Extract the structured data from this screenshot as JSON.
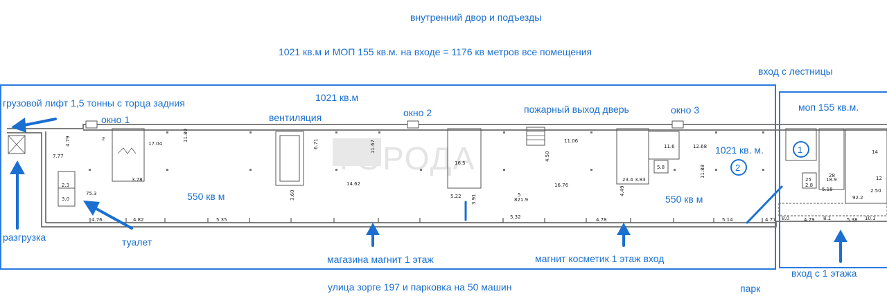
{
  "title": "внутренний двор и подъезды",
  "summary": "1021 кв.м и МОП 155 кв.м. на входе = 1176 кв метров все помещения",
  "labels": {
    "stair_entrance": "вход с лестницы",
    "freight_lift": "грузовой лифт 1,5 тонны с торца задния",
    "area_1021": "1021 кв.м",
    "window_1": "окно 1",
    "ventilation": "вентиляция",
    "window_2": "окно 2",
    "fire_exit": "пожарный выход дверь",
    "window_3": "окно 3",
    "mop": "моп 155 кв.м.",
    "area_1021_right": "1021 кв. м.",
    "left_550": "550 кв м",
    "right_550": "550 кв м",
    "unloading": "разгрузка",
    "toilet": "туалет",
    "shop_magnit": "магазина магнит 1 этаж",
    "magnit_cosmetic": "магнит косметик 1 этаж вход",
    "street": "улица зорге 197 и парковка на 50 машин",
    "park": "парк",
    "entrance_floor1": "вход с 1 этажа"
  },
  "badges": [
    "1",
    "2"
  ],
  "watermark": "ГОРОДА",
  "plan_numbers": {
    "n_7_77": "7.77",
    "n_4_79a": "4.79",
    "n_2": "2",
    "n_17_04": "17.04",
    "n_11_80": "11.80",
    "n_6_71": "6.71",
    "n_11_67": "11.67",
    "n_11_06": "11.06",
    "n_4_50": "4.50",
    "n_12_68": "12.68",
    "n_11_88": "11.88",
    "n_3_60": "3.60",
    "n_14_62": "14.62",
    "n_16_76": "16.76",
    "n_821_9": "821.9",
    "n_5": "5",
    "n_75_3": "75.3",
    "n_4_76": "4.76",
    "n_4_82": "4.82",
    "n_5_35": "5.35",
    "n_5_22": "5.22",
    "n_3_91": "3.91",
    "n_5_32": "5.32",
    "n_4_78": "4.78",
    "n_5_14": "5.14",
    "n_4_77": "4.77",
    "n_4_49": "4.49",
    "n_3_78": "3.78",
    "n_3_83": "3.83",
    "n_16_5": "16.5",
    "n_23_4": "23.4",
    "n_11_6": "11.6",
    "n_5_8": "5.8",
    "n_2_3": "2.3",
    "n_3_0": "3.0",
    "n_18_9": "18.9",
    "n_5_18": "5.18",
    "n_92_2": "92.2",
    "n_2_50": "2.50",
    "n_8_0": "8.0",
    "n_4_79b": "4.79",
    "n_8_1": "8.1",
    "n_5_38": "5.38",
    "n_10_1": "10.1",
    "n_2_8": "2.8",
    "n_28": "28",
    "n_25": "25",
    "n_14": "14",
    "n_12": "12"
  },
  "colors": {
    "accent": "#1a6fd0",
    "frame": "#2a7be0",
    "wall": "#555555"
  }
}
